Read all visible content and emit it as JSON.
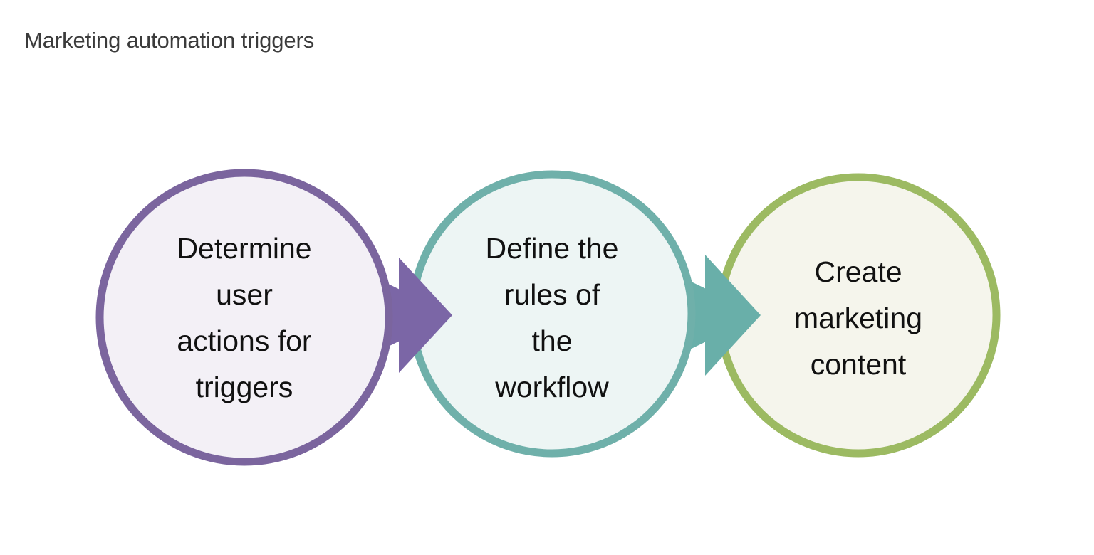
{
  "slide": {
    "title": "Marketing automation triggers",
    "background_color": "#ffffff",
    "title_color": "#3b3b3b"
  },
  "diagram": {
    "type": "chevron-process-flow",
    "direction": "left-to-right",
    "step_count": 3,
    "steps": [
      {
        "index": 1,
        "label": "Determine\nuser\nactions for\ntriggers",
        "label_plain": "Determine user actions for triggers",
        "shape": "circle-with-chevron-arrow",
        "stroke_color": "#7b659e",
        "fill_color": "#f3f0f6",
        "arrow_color": "#7b66a6",
        "text_color": "#111111",
        "has_outgoing_arrow": true
      },
      {
        "index": 2,
        "label": "Define the\nrules of\nthe\nworkflow",
        "label_plain": "Define the rules of the workflow",
        "shape": "circle-with-chevron-arrow",
        "stroke_color": "#6fb0aa",
        "fill_color": "#edf5f4",
        "arrow_color": "#69afa9",
        "text_color": "#111111",
        "has_outgoing_arrow": true
      },
      {
        "index": 3,
        "label": "Create\nmarketing\ncontent",
        "label_plain": "Create marketing content",
        "shape": "circle",
        "stroke_color": "#9cba62",
        "fill_color": "#f5f5ec",
        "arrow_color": null,
        "text_color": "#111111",
        "has_outgoing_arrow": false
      }
    ]
  }
}
